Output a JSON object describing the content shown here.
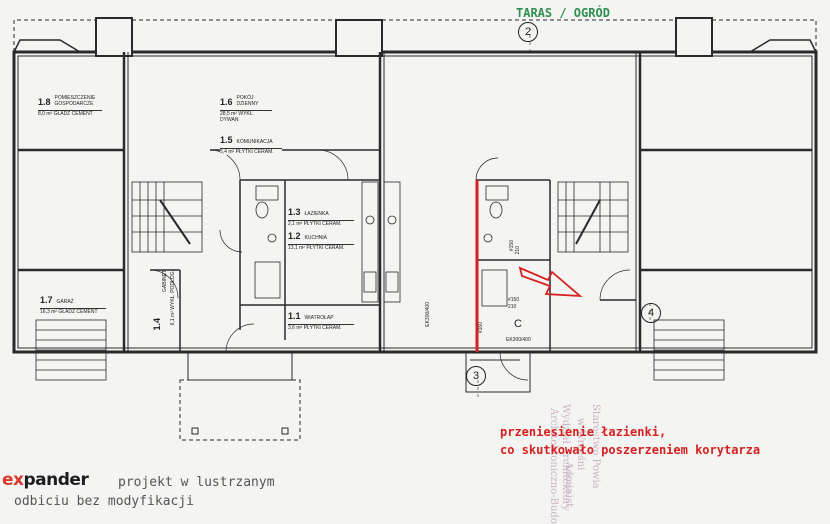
{
  "header": {
    "taras": "TARAS / OGRÓD"
  },
  "rooms": [
    {
      "num": "1.8",
      "name": "POMIESZCZENIE GOSPODARCZE",
      "area": "8,0 m²",
      "finish": "GŁADŹ CEMENT"
    },
    {
      "num": "1.6",
      "name": "POKÓJ DZIENNY",
      "area": "28,5 m²",
      "finish": "WYKŁ. DYWAN"
    },
    {
      "num": "1.5",
      "name": "KOMUNIKACJA",
      "area": "5,4 m²",
      "finish": "PŁYTKI CERAM."
    },
    {
      "num": "1.3",
      "name": "ŁAZIENKA",
      "area": "2,1 m²",
      "finish": "PŁYTKI CERAM."
    },
    {
      "num": "1.2",
      "name": "KUCHNIA",
      "area": "13,1 m²",
      "finish": "PŁYTKI CERAM."
    },
    {
      "num": "1.1",
      "name": "WIATROŁAP",
      "area": "3,6 m²",
      "finish": "PŁYTKI CERAM."
    },
    {
      "num": "1.7",
      "name": "GARAŻ",
      "area": "16,3 m²",
      "finish": "GŁADŹ CEMENT"
    },
    {
      "num": "1.4",
      "name": "GABINET",
      "area": "6,1 m²",
      "finish": "WYKŁ. PODŁOG."
    }
  ],
  "axes": {
    "a2": "2",
    "a3": "3",
    "a4": "4"
  },
  "dims": {
    "d1": "EK300/400",
    "d2": "EK300/400",
    "d3": "EK300/400",
    "d4": "#150",
    "d5": "210",
    "d6": "#160",
    "d7": "#150",
    "d8": "210",
    "c": "C"
  },
  "annotations": {
    "red_line1": "przeniesienie łazienki,",
    "red_line2": "co skutkowało poszerzeniem korytarza",
    "note_line1": "projekt w lustrzanym",
    "note_line2": "odbiciu bez modyfikacji"
  },
  "logo": {
    "x": "ex",
    "rest": "pander"
  },
  "stamps": {
    "s1": "Starostwo Powia",
    "s2": "Wydział Architektury",
    "s3": "w Wrześni",
    "s4": "Administ",
    "s5": "Architektoniczno-Budo"
  },
  "colors": {
    "red": "#d61f1f",
    "green": "#2f8f4f",
    "ink": "#2a2a2a"
  }
}
